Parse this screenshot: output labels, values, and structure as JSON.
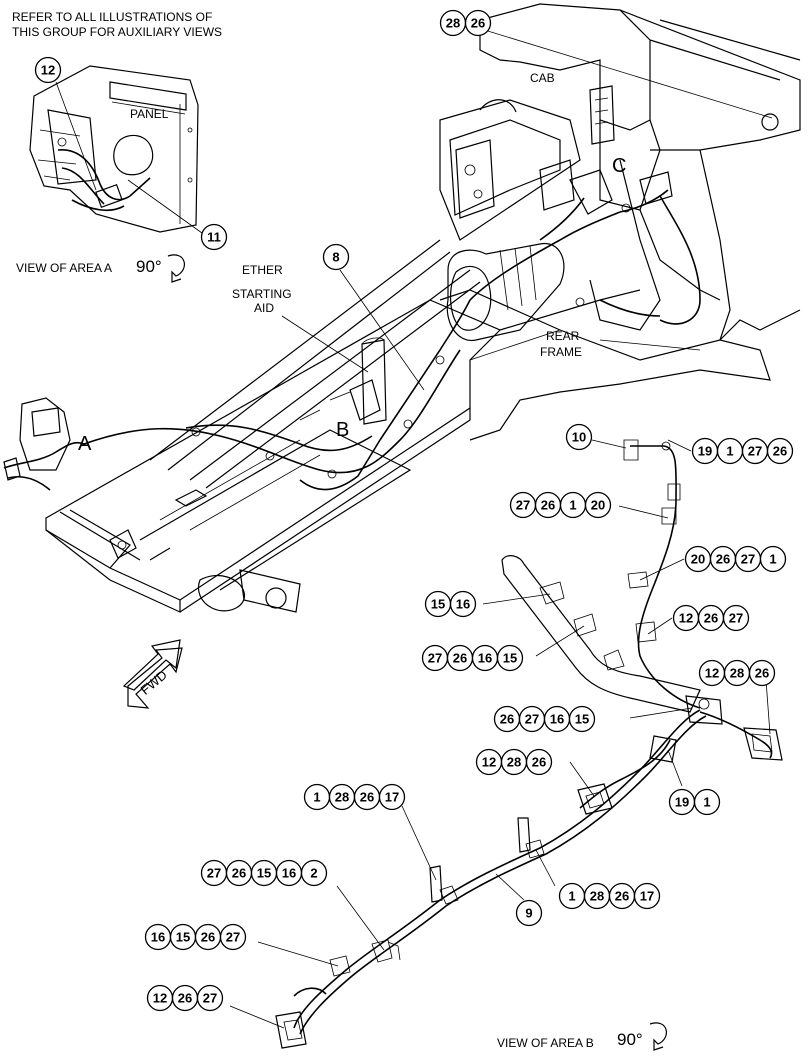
{
  "header": {
    "note_line1": "REFER TO ALL ILLUSTRATIONS OF",
    "note_line2": "THIS GROUP FOR AUXILIARY VIEWS"
  },
  "labels": {
    "panel": "PANEL",
    "cab": "CAB",
    "view_a_text": "VIEW OF AREA A",
    "view_a_angle": "90°",
    "ether_1": "ETHER",
    "ether_2": "STARTING",
    "ether_3": "AID",
    "rear_1": "REAR",
    "rear_2": "FRAME",
    "area_a": "A",
    "area_b": "B",
    "area_c": "C",
    "fwd": "FWD",
    "view_b_text": "VIEW OF AREA B",
    "view_b_angle": "90°"
  },
  "callouts": {
    "c12_view": [
      "12"
    ],
    "c11": [
      "11"
    ],
    "c28_26_top": [
      "28",
      "26"
    ],
    "c8": [
      "8"
    ],
    "c10": [
      "10"
    ],
    "c19_1_27_26": [
      "19",
      "1",
      "27",
      "26"
    ],
    "c27_26_1_20": [
      "27",
      "26",
      "1",
      "20"
    ],
    "c20_26_27_1": [
      "20",
      "26",
      "27",
      "1"
    ],
    "c15_16": [
      "15",
      "16"
    ],
    "c12_26_27_mid": [
      "12",
      "26",
      "27"
    ],
    "c27_26_16_15": [
      "27",
      "26",
      "16",
      "15"
    ],
    "c12_28_26_right": [
      "12",
      "28",
      "26"
    ],
    "c26_27_16_15": [
      "26",
      "27",
      "16",
      "15"
    ],
    "c12_28_26_mid": [
      "12",
      "28",
      "26"
    ],
    "c19_1": [
      "19",
      "1"
    ],
    "c1_28_26_17_top": [
      "1",
      "28",
      "26",
      "17"
    ],
    "c27_26_15_16_2": [
      "27",
      "26",
      "15",
      "16",
      "2"
    ],
    "c1_28_26_17_bot": [
      "1",
      "28",
      "26",
      "17"
    ],
    "c9": [
      "9"
    ],
    "c16_15_26_27": [
      "16",
      "15",
      "26",
      "27"
    ],
    "c12_26_27_bot": [
      "12",
      "26",
      "27"
    ]
  }
}
